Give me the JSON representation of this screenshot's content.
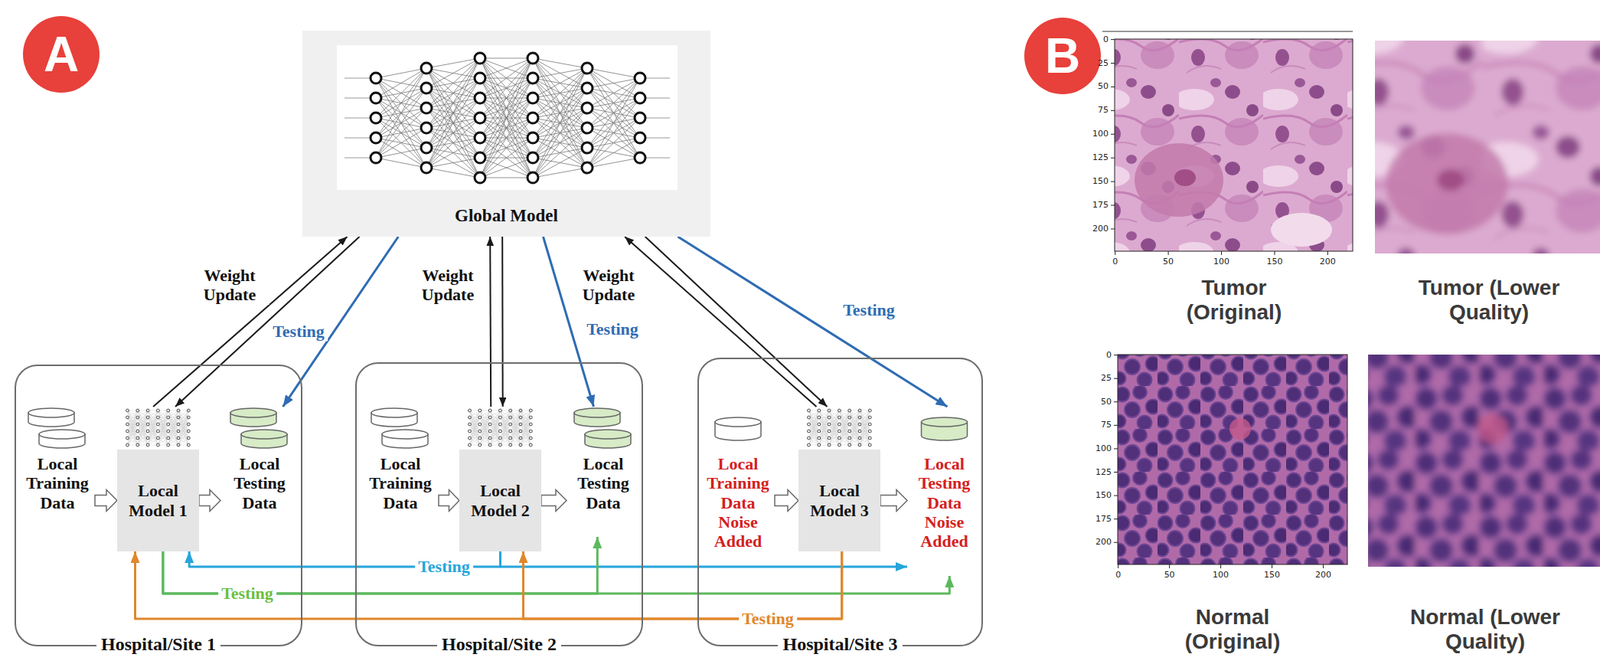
{
  "diagram": {
    "nodes": [
      {
        "text": [
          "A"
        ]
      },
      {
        "text": [
          "Global Model"
        ]
      },
      {
        "text": [
          "Hospital/Site 1"
        ]
      },
      {
        "text": [
          "Local Training Data"
        ],
        "in": 2
      },
      {
        "text": [
          "Local Model 1"
        ],
        "in": 2
      },
      {
        "text": [
          "Local Testing Data"
        ],
        "in": 2
      },
      {
        "text": [
          "Hospital/Site 2"
        ]
      },
      {
        "text": [
          "Local Training Data"
        ],
        "in": 6
      },
      {
        "text": [
          "Local Model 2"
        ],
        "in": 6
      },
      {
        "text": [
          "Local Testing Data"
        ],
        "in": 6
      },
      {
        "text": [
          "Hospital/Site 3"
        ]
      },
      {
        "text": [
          "Local Training Data Noise Added"
        ],
        "in": 10
      },
      {
        "text": [
          "Local Model 3"
        ],
        "in": 10
      },
      {
        "text": [
          "Local Testing Data Noise Added"
        ],
        "in": 10
      },
      {
        "text": [
          "B"
        ]
      }
    ],
    "edges": [
      {
        "from": 4,
        "to": 1,
        "arrow": "to",
        "label": "Weight Update"
      },
      {
        "from": 1,
        "to": 4,
        "arrow": "to"
      },
      {
        "from": 1,
        "to": 5,
        "arrow": "to",
        "label": "Testing"
      },
      {
        "from": 8,
        "to": 1,
        "arrow": "to",
        "label": "Weight Update"
      },
      {
        "from": 1,
        "to": 8,
        "arrow": "to"
      },
      {
        "from": 1,
        "to": 9,
        "arrow": "to",
        "label": "Testing"
      },
      {
        "from": 12,
        "to": 1,
        "arrow": "to",
        "label": "Weight Update"
      },
      {
        "from": 1,
        "to": 12,
        "arrow": "to"
      },
      {
        "from": 1,
        "to": 13,
        "arrow": "to",
        "label": "Testing"
      },
      {
        "from": 3,
        "to": 4,
        "arrow": "to"
      },
      {
        "from": 4,
        "to": 5,
        "arrow": "to"
      },
      {
        "from": 7,
        "to": 8,
        "arrow": "to"
      },
      {
        "from": 8,
        "to": 9,
        "arrow": "to"
      },
      {
        "from": 11,
        "to": 12,
        "arrow": "to"
      },
      {
        "from": 12,
        "to": 13,
        "arrow": "to"
      },
      {
        "from": 8,
        "to": 4,
        "arrow": "to",
        "label": "Testing"
      },
      {
        "from": 8,
        "to": 13,
        "arrow": "to"
      },
      {
        "from": 4,
        "to": 9,
        "arrow": "to",
        "label": "Testing"
      },
      {
        "from": 4,
        "to": 13,
        "arrow": "to"
      },
      {
        "from": 12,
        "to": 4,
        "arrow": "to",
        "label": "Testing"
      },
      {
        "from": 12,
        "to": 8,
        "arrow": "to"
      }
    ],
    "labels": [
      "0",
      "25",
      "50",
      "75",
      "100",
      "125",
      "150",
      "175",
      "200",
      "0",
      "50",
      "100",
      "150",
      "200",
      "Tumor (Original)",
      "Tumor (Lower Quality)",
      "0",
      "25",
      "50",
      "75",
      "100",
      "125",
      "150",
      "175",
      "200",
      "0",
      "50",
      "100",
      "150",
      "200",
      "Normal (Original)",
      "Normal (Lower Quality)"
    ]
  }
}
